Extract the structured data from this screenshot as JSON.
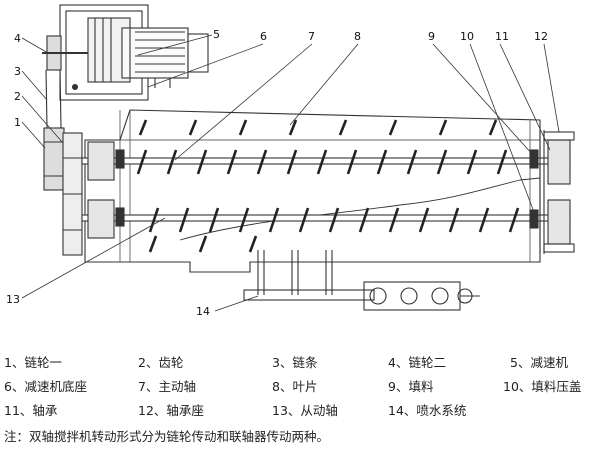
{
  "callouts": [
    "1",
    "2",
    "3",
    "4",
    "5",
    "6",
    "7",
    "8",
    "9",
    "10",
    "11",
    "12",
    "13",
    "14"
  ],
  "legend": [
    {
      "num": "1",
      "label": "链轮一"
    },
    {
      "num": "2",
      "label": "齿轮"
    },
    {
      "num": "3",
      "label": "链条"
    },
    {
      "num": "4",
      "label": "链轮二"
    },
    {
      "num": "5",
      "label": "减速机"
    },
    {
      "num": "6",
      "label": "减速机底座"
    },
    {
      "num": "7",
      "label": "主动轴"
    },
    {
      "num": "8",
      "label": "叶片"
    },
    {
      "num": "9",
      "label": "填料"
    },
    {
      "num": "10",
      "label": "填料压盖"
    },
    {
      "num": "11",
      "label": "轴承"
    },
    {
      "num": "12",
      "label": "轴承座"
    },
    {
      "num": "13",
      "label": "从动轴"
    },
    {
      "num": "14",
      "label": "喷水系统"
    }
  ],
  "separator": "、",
  "note": "注：双轴搅拌机转动形式分为链轮传动和联轴器传动两种。"
}
